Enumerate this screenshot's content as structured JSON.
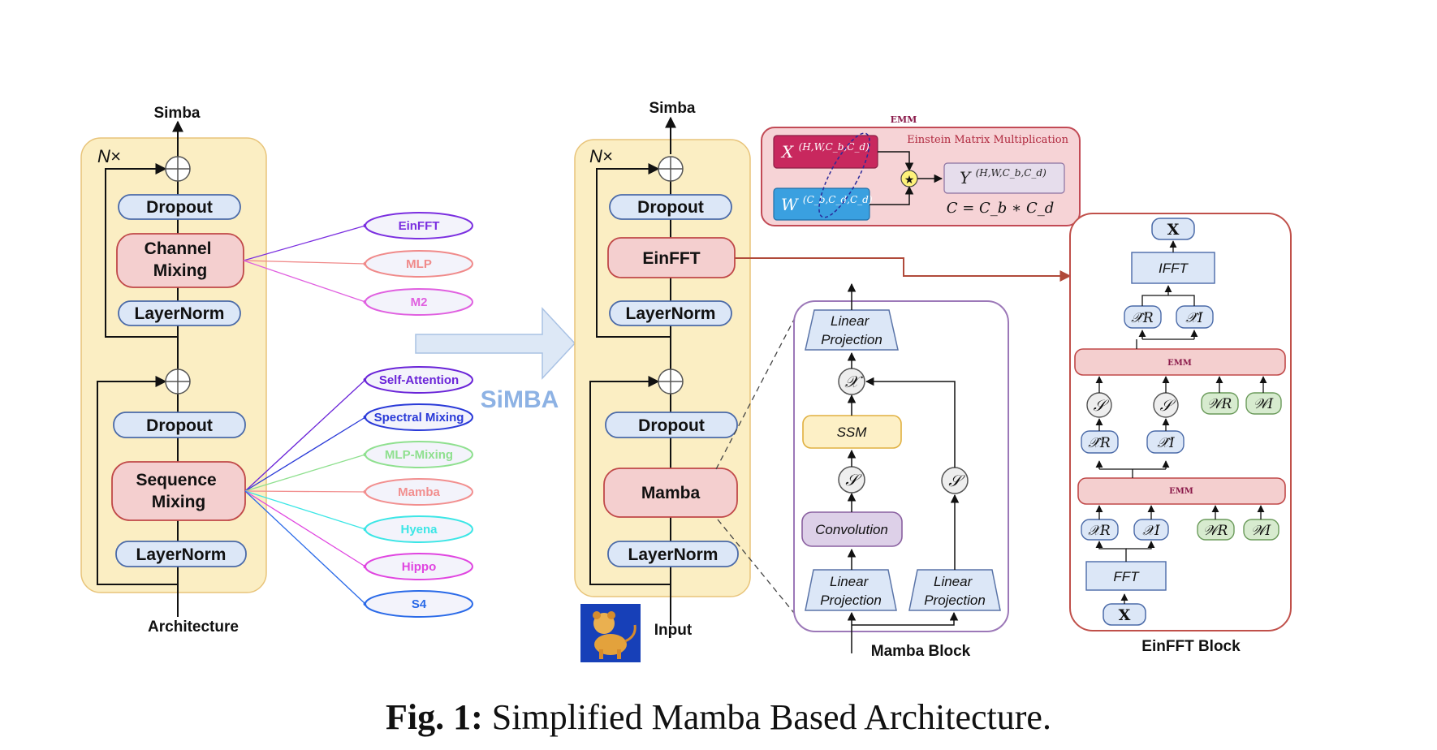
{
  "left_panel": {
    "top_label": "Simba",
    "repeat_label": "N×",
    "dropout_top": "Dropout",
    "channel_mixing": "Channel\nMixing",
    "layernorm_top": "LayerNorm",
    "dropout_bottom": "Dropout",
    "sequence_mixing": "Sequence\nMixing",
    "layernorm_bottom": "LayerNorm",
    "bottom_label": "Architecture"
  },
  "channel_options": [
    {
      "label": "EinFFT",
      "color": "#7b2fe0"
    },
    {
      "label": "MLP",
      "color": "#f08a8a"
    },
    {
      "label": "M2",
      "color": "#e060e0"
    }
  ],
  "sequence_options": [
    {
      "label": "Self-Attention",
      "color": "#6a24d8"
    },
    {
      "label": "Spectral Mixing",
      "color": "#2a3ad8"
    },
    {
      "label": "MLP-Mixing",
      "color": "#8fe08f"
    },
    {
      "label": "Mamba",
      "color": "#f28f8f"
    },
    {
      "label": "Hyena",
      "color": "#3ce6e6"
    },
    {
      "label": "Hippo",
      "color": "#e045e0"
    },
    {
      "label": "S4",
      "color": "#2a6ae8"
    }
  ],
  "transition_label": "SiMBA",
  "middle_panel": {
    "top_label": "Simba",
    "repeat_label": "N×",
    "dropout_top": "Dropout",
    "einfft": "EinFFT",
    "layernorm_top": "LayerNorm",
    "dropout_bottom": "Dropout",
    "mamba": "Mamba",
    "layernorm_bottom": "LayerNorm",
    "input_label": "Input"
  },
  "emm_panel": {
    "tag": "EMM",
    "title": "Einstein Matrix Multiplication",
    "x_tensor": "X",
    "x_dims": "(H,W,C_b,C_d)",
    "w_tensor": "W",
    "w_dims": "(C_b,C_d,C_d)",
    "y_tensor": "Y",
    "y_dims": "(H,W,C_b,C_d)",
    "star": "★",
    "formula": "C = C_b ∗ C_d"
  },
  "mamba_block": {
    "linear_projection_out": "Linear\nProjection",
    "x_symbol": "𝒳",
    "ssm": "SSM",
    "s_symbol": "𝒮",
    "convolution": "Convolution",
    "linear_projection_left": "Linear\nProjection",
    "linear_projection_right": "Linear\nProjection",
    "label": "Mamba Block"
  },
  "einfft_block": {
    "x_top": "X",
    "ifft": "IFFT",
    "xr_hat_top": "𝒳̂R",
    "xi_hat_top": "𝒳̂I",
    "emm_tag": "EMM",
    "s_symbol": "𝒮",
    "wr": "𝒲R",
    "wi": "𝒲I",
    "xr_hat_mid": "𝒳̂R",
    "xi_hat_mid": "𝒳̂I",
    "xr": "𝒳R",
    "xi": "𝒳I",
    "fft": "FFT",
    "x_bottom": "X",
    "label": "EinFFT Block"
  },
  "caption": {
    "prefix": "Fig. 1:",
    "text": "Simplified Mamba Based Architecture."
  },
  "colors": {
    "panel_fill": "#fbeec3",
    "panel_stroke": "#e8c47a",
    "norm_fill": "#dce7f7",
    "norm_stroke": "#4a6aa8",
    "mix_fill": "#f4cfcf",
    "mix_stroke": "#c04848",
    "emm_bg": "#f6d3d6",
    "emm_stroke": "#c24a55",
    "x_tensor_fill": "#c8285e",
    "w_tensor_fill": "#3aa0e0",
    "ssm_fill": "#fdf0c6",
    "ssm_stroke": "#e0b040",
    "conv_fill": "#ddd0e8",
    "conv_stroke": "#8a60a0",
    "green_fill": "#d7ebcf",
    "green_stroke": "#6a9a5a",
    "mamba_block_stroke": "#9c78b8",
    "einfft_block_stroke": "#c0504a",
    "simba_text": "#8db2e4"
  }
}
